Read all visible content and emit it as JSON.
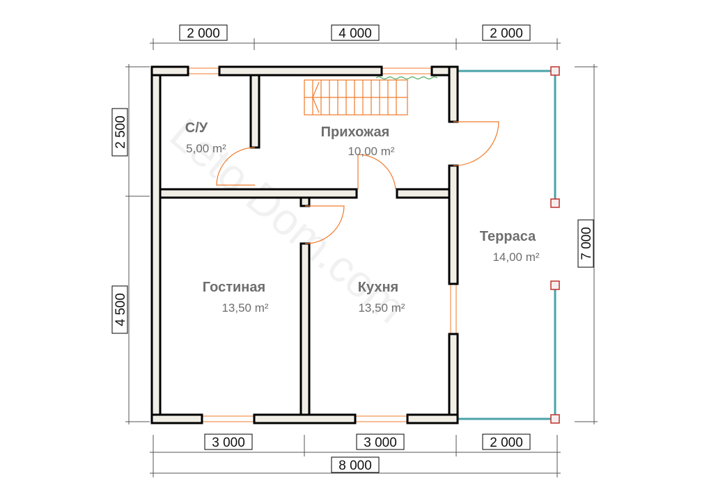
{
  "rooms": [
    {
      "name": "С/У",
      "area": "5,00 m²"
    },
    {
      "name": "Прихожая",
      "area": "10,00 m²"
    },
    {
      "name": "Гостиная",
      "area": "13,50 m²"
    },
    {
      "name": "Кухня",
      "area": "13,50 m²"
    },
    {
      "name": "Терраса",
      "area": "14,00 m²"
    }
  ],
  "dimensions": {
    "top": [
      "2 000",
      "4 000",
      "2 000"
    ],
    "bottom": [
      "3 000",
      "3 000",
      "2 000"
    ],
    "total_width": "8 000",
    "left": [
      "2 500",
      "4 500"
    ],
    "total_height": "7 000"
  },
  "watermark": "Leto Dom.com",
  "colors": {
    "wall_fill": "#f1eee6",
    "door_window": "#f07a2a",
    "railing": "#4aa3a8",
    "column": "#c0302a",
    "label": "#6e6e6e"
  }
}
